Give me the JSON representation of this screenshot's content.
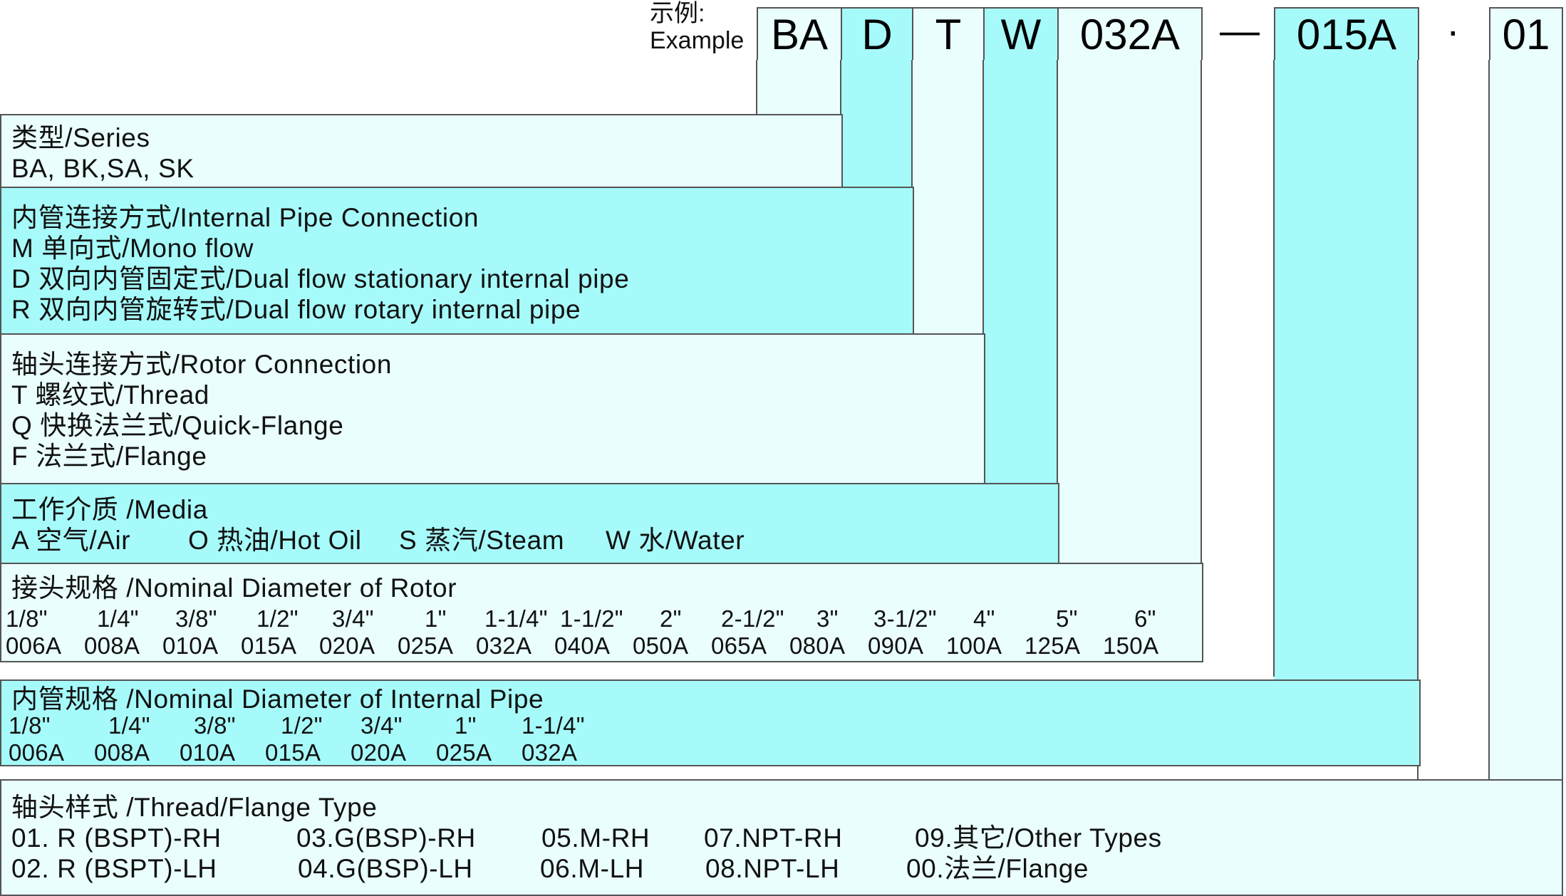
{
  "example": {
    "label_cn": "示例:",
    "label_en": "Example",
    "codes": [
      "BA",
      "D",
      "T",
      "W",
      "032A",
      "015A",
      "01"
    ],
    "dash": "—",
    "dot": "·"
  },
  "sections": {
    "series": {
      "title": "类型/Series",
      "lines": [
        "BA, BK,SA, SK"
      ]
    },
    "internal_pipe_connection": {
      "title": "内管连接方式/Internal Pipe Connection",
      "lines": [
        "M  单向式/Mono flow",
        "D  双向内管固定式/Dual flow stationary internal pipe",
        "R  双向内管旋转式/Dual flow rotary internal pipe"
      ]
    },
    "rotor_connection": {
      "title": "轴头连接方式/Rotor Connection",
      "lines": [
        "T  螺纹式/Thread",
        "Q  快换法兰式/Quick-Flange",
        "F  法兰式/Flange"
      ]
    },
    "media": {
      "title": "工作介质 /Media",
      "items": [
        "A  空气/Air",
        "O 热油/Hot Oil",
        "S 蒸汽/Steam",
        "W  水/Water"
      ]
    },
    "rotor_diameter": {
      "title": "接头规格 /Nominal Diameter of Rotor",
      "sizes": [
        "1/8\"",
        "1/4\"",
        "3/8\"",
        "1/2\"",
        "3/4\"",
        "1\"",
        "1-1/4\"",
        "1-1/2\"",
        "2\"",
        "2-1/2\"",
        "3\"",
        "3-1/2\"",
        "4\"",
        "5\"",
        "6\""
      ],
      "codes": [
        "006A",
        "008A",
        "010A",
        "015A",
        "020A",
        "025A",
        "032A",
        "040A",
        "050A",
        "065A",
        "080A",
        "090A",
        "100A",
        "125A",
        "150A"
      ]
    },
    "internal_pipe_diameter": {
      "title": "内管规格 /Nominal Diameter of Internal Pipe",
      "sizes": [
        "1/8\"",
        "1/4\"",
        "3/8\"",
        "1/2\"",
        "3/4\"",
        "1\"",
        "1-1/4\""
      ],
      "codes": [
        "006A",
        "008A",
        "010A",
        "015A",
        "020A",
        "025A",
        "032A"
      ]
    },
    "thread_flange_type": {
      "title": "轴头样式 /Thread/Flange Type",
      "row1": [
        "01. R (BSPT)-RH",
        "03.G(BSP)-RH",
        "05.M-RH",
        "07.NPT-RH",
        "09.其它/Other Types"
      ],
      "row2": [
        "02. R (BSPT)-LH",
        "04.G(BSP)-LH",
        "06.M-LH",
        "08.NPT-LH",
        "00.法兰/Flange"
      ]
    }
  },
  "colors": {
    "light_fill": "#e9fefd",
    "dark_fill": "#a6fafa",
    "border": "#555555"
  }
}
